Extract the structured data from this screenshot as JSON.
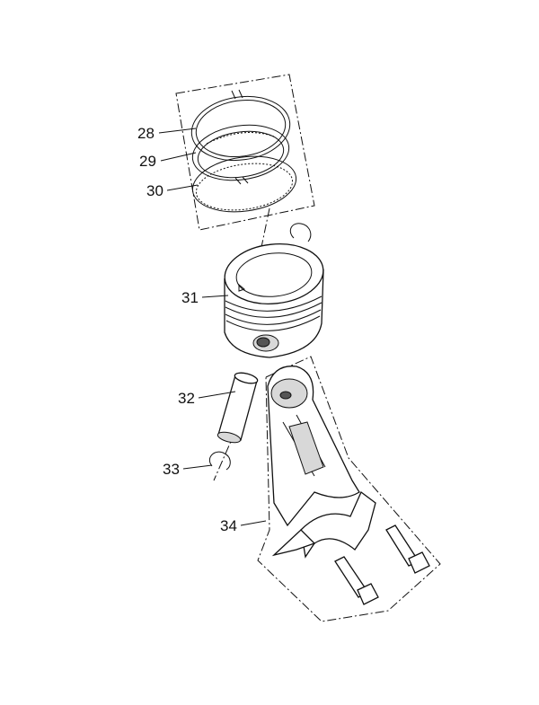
{
  "callouts": [
    {
      "id": "28",
      "label": "28"
    },
    {
      "id": "29",
      "label": "29"
    },
    {
      "id": "30",
      "label": "30"
    },
    {
      "id": "31",
      "label": "31"
    },
    {
      "id": "32",
      "label": "32"
    },
    {
      "id": "33",
      "label": "33"
    },
    {
      "id": "34",
      "label": "34"
    }
  ]
}
